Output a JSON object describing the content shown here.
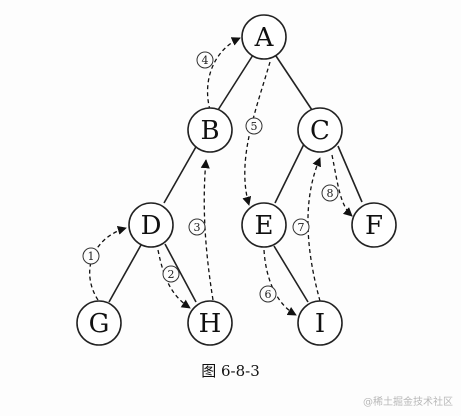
{
  "nodes": {
    "A": "A",
    "B": "B",
    "C": "C",
    "D": "D",
    "E": "E",
    "F": "F",
    "G": "G",
    "H": "H",
    "I": "I"
  },
  "steps": {
    "s1": "1",
    "s2": "2",
    "s3": "3",
    "s4": "4",
    "s5": "5",
    "s6": "6",
    "s7": "7",
    "s8": "8"
  },
  "caption": "图 6-8-3",
  "watermark": "@稀土掘金技术社区"
}
